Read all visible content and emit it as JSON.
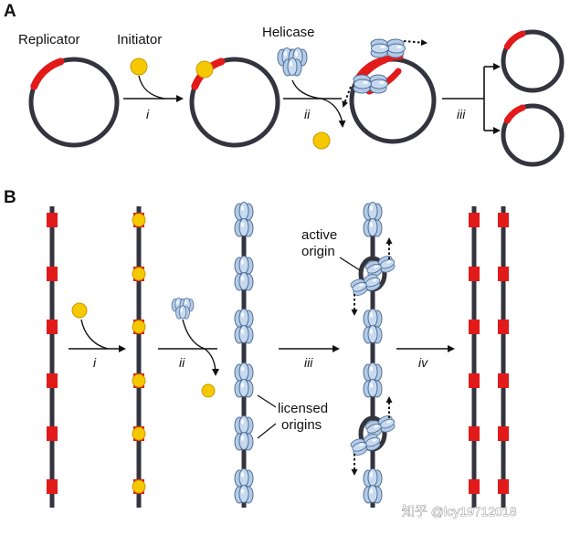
{
  "panel_a": {
    "label": "A",
    "replicator_label": "Replicator",
    "initiator_label": "Initiator",
    "helicase_label": "Helicase",
    "steps": [
      "i",
      "ii",
      "iii"
    ]
  },
  "panel_b": {
    "label": "B",
    "steps": [
      "i",
      "ii",
      "iii",
      "iv"
    ],
    "active_origin_label_line1": "active",
    "active_origin_label_line2": "origin",
    "licensed_origins_label_line1": "licensed",
    "licensed_origins_label_line2": "origins"
  },
  "watermark": "知乎 @lcy19712018",
  "colors": {
    "dna": "#34343f",
    "replicator": "#e21a1a",
    "initiator": "#f6c800",
    "initiator_edge": "#c79a00",
    "helicase": "#b4cbe6",
    "helicase_edge": "#4f6f98"
  }
}
